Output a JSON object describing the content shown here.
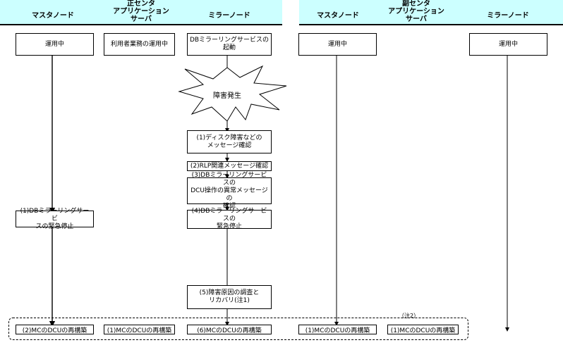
{
  "header": {
    "primary_center": {
      "master": "マスタノード",
      "app_server_lines": [
        "正センタ",
        "アプリケーション",
        "サーバ"
      ],
      "mirror": "ミラーノード"
    },
    "secondary_center": {
      "master": "マスタノード",
      "app_server_lines": [
        "副センタ",
        "アプリケーション",
        "サーバ"
      ],
      "mirror": "ミラーノード"
    }
  },
  "boxes": {
    "master_running": "運用中",
    "app_running": "利用者業務の運用中",
    "mirror_start": "DBミラーリングサービスの\n起動",
    "fault": "障害発生",
    "step1": "(1)ディスク障害などの\nメッセージ確認",
    "step2": "(2)RLP関連メッセージ確認",
    "step3": "(3)DBミラーリングサービスの\nDCU操作の異常メッセージの\n確認",
    "step4": "(4)DBミラーリングサービスの\n緊急停止",
    "master_stop": "(1)DBミラーリングサービ\nスの緊急停止",
    "step5": "(5)障害原因の調査と\nリカバリ(注1)",
    "sec_master_running": "運用中",
    "sec_mirror_running": "運用中"
  },
  "rebuild": {
    "master": "(2)MCのDCUの再構築",
    "app": "(1)MCのDCUの再構築",
    "mirror": "(6)MCのDCUの再構築",
    "sec_master": "(1)MCのDCUの再構築",
    "sec_app": "(1)MCのDCUの再構築"
  },
  "note2": "（注2）"
}
